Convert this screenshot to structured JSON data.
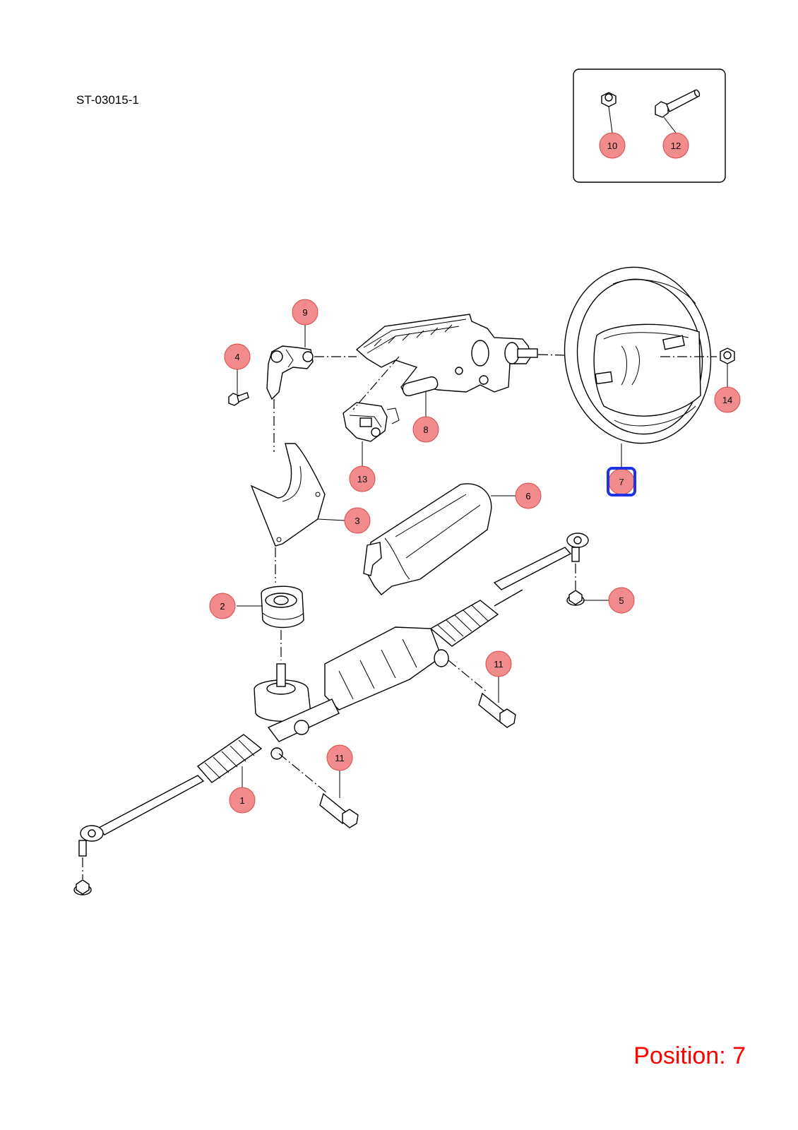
{
  "diagram_code": "ST-03015-1",
  "position_label": "Position: 7",
  "colors": {
    "callout_fill": "#f28b8b",
    "callout_stroke": "#d94a4a",
    "highlight": "#1f33e0",
    "position_text": "#ff0000"
  },
  "callouts": [
    {
      "id": "1",
      "label": "1",
      "part": "steering-gear-rack",
      "highlighted": false
    },
    {
      "id": "2",
      "label": "2",
      "part": "column-seal-boot",
      "highlighted": false
    },
    {
      "id": "3",
      "label": "3",
      "part": "dash-seal-plate",
      "highlighted": false
    },
    {
      "id": "4",
      "label": "4",
      "part": "intermediate-shaft-bolt",
      "highlighted": false
    },
    {
      "id": "5",
      "label": "5",
      "part": "tie-rod-nut-right",
      "highlighted": false
    },
    {
      "id": "6",
      "label": "6",
      "part": "heat-shield",
      "highlighted": false
    },
    {
      "id": "7",
      "label": "7",
      "part": "steering-wheel",
      "highlighted": true
    },
    {
      "id": "8",
      "label": "8",
      "part": "steering-column",
      "highlighted": false
    },
    {
      "id": "9",
      "label": "9",
      "part": "intermediate-shaft",
      "highlighted": false
    },
    {
      "id": "10",
      "label": "10",
      "part": "inset-nut",
      "highlighted": false
    },
    {
      "id": "11a",
      "label": "11",
      "part": "gear-mount-bolt-right",
      "highlighted": false
    },
    {
      "id": "11b",
      "label": "11",
      "part": "gear-mount-bolt-left",
      "highlighted": false
    },
    {
      "id": "12",
      "label": "12",
      "part": "inset-bolt",
      "highlighted": false
    },
    {
      "id": "13",
      "label": "13",
      "part": "column-lock-module",
      "highlighted": false
    },
    {
      "id": "14",
      "label": "14",
      "part": "steering-wheel-nut",
      "highlighted": false
    }
  ]
}
